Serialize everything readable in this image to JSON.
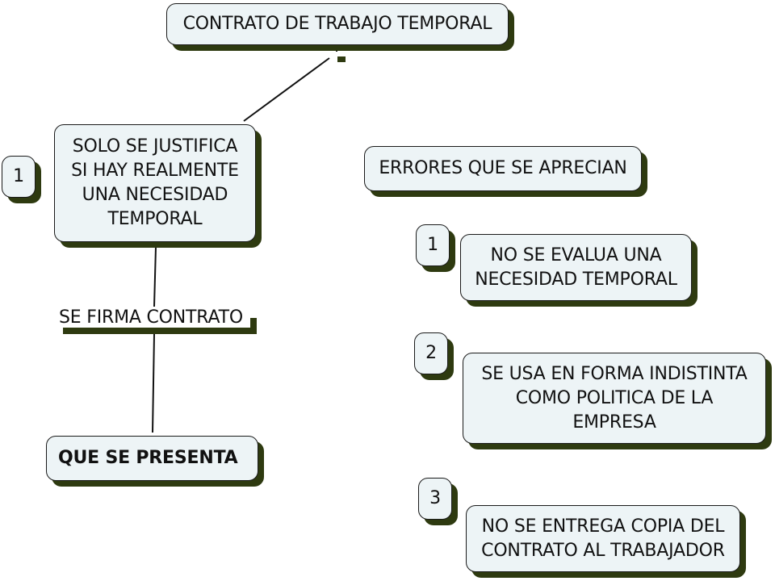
{
  "nodes": {
    "root": "CONTRATO DE TRABAJO TEMPORAL",
    "justifica": "SOLO SE JUSTIFICA\nSI HAY REALMENTE\nUNA NECESIDAD\nTEMPORAL",
    "justifica_number": "1",
    "firma": "SE FIRMA CONTRATO",
    "presenta": "QUE SE PRESENTA",
    "errores": "ERRORES QUE SE APRECIAN",
    "error_items": [
      {
        "number": "1",
        "text": "NO SE EVALUA UNA\nNECESIDAD TEMPORAL"
      },
      {
        "number": "2",
        "text": "SE USA EN FORMA INDISTINTA\nCOMO POLITICA DE LA\nEMPRESA"
      },
      {
        "number": "3",
        "text": "NO SE ENTREGA COPIA DEL\nCONTRATO AL TRABAJADOR"
      }
    ]
  },
  "colors": {
    "box_fill": "#edf4f6",
    "shadow": "#2e3a10",
    "line": "#111111"
  }
}
